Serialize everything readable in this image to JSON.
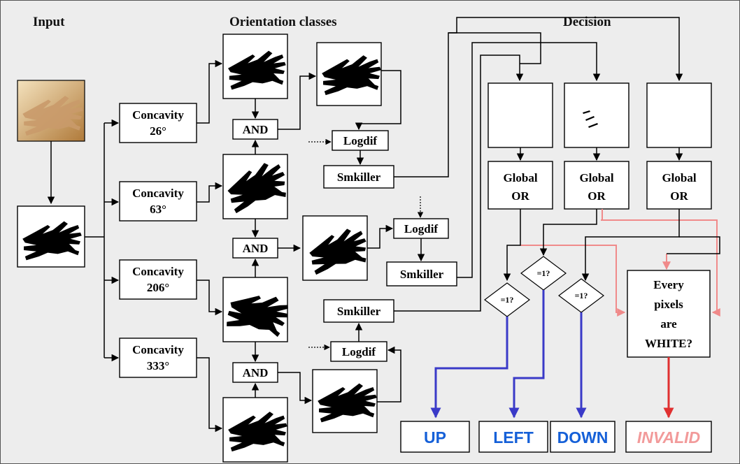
{
  "headers": {
    "input": "Input",
    "orientation": "Orientation  classes",
    "decision": "Decision"
  },
  "concavity": [
    {
      "line1": "Concavity",
      "line2": "26°"
    },
    {
      "line1": "Concavity",
      "line2": "63°"
    },
    {
      "line1": "Concavity",
      "line2": "206°"
    },
    {
      "line1": "Concavity",
      "line2": "333°"
    }
  ],
  "ops": {
    "and": "AND",
    "logdif": "Logdif",
    "smkiller": "Smkiller",
    "global1": "Global",
    "global2": "OR",
    "eq": "=1?"
  },
  "white_check": [
    "Every",
    "pixels",
    "are",
    "WHITE?"
  ],
  "outputs": {
    "up": "UP",
    "left": "LEFT",
    "down": "DOWN",
    "invalid": "INVALID"
  },
  "colors": {
    "up": "#1560d8",
    "left": "#1560d8",
    "down": "#1560d8",
    "invalid": "#f29a9a",
    "blue_arrow": "#3a3ac8",
    "red_arrow": "#e03030",
    "pink_arrow": "#f08a8a"
  }
}
